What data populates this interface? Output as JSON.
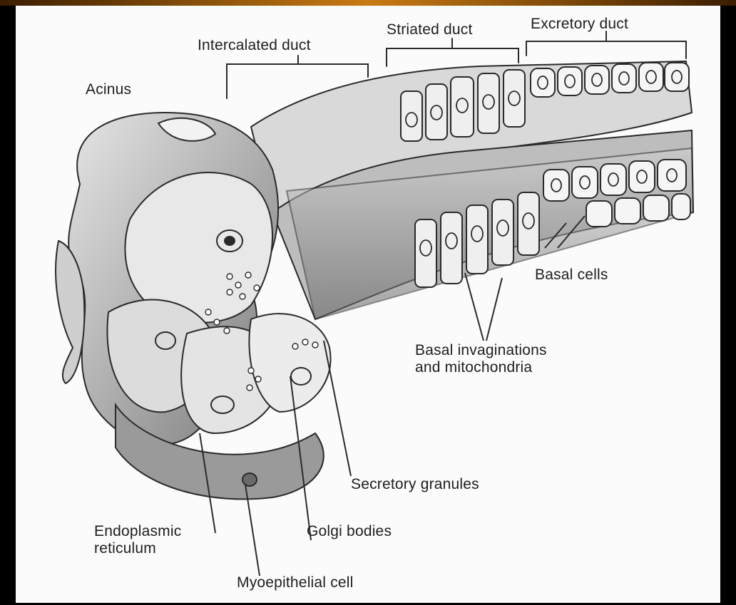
{
  "labels": {
    "intercalated_duct": "Intercalated duct",
    "striated_duct": "Striated duct",
    "excretory_duct": "Excretory duct",
    "acinus": "Acinus",
    "basal_cells": "Basal cells",
    "basal_invaginations": "Basal invaginations\nand mitochondria",
    "secretory_granules": "Secretory granules",
    "endoplasmic_reticulum": "Endoplasmic\nreticulum",
    "golgi_bodies": "Golgi bodies",
    "myoepithelial_cell": "Myoepithelial cell"
  },
  "colors": {
    "background": "#000000",
    "paper": "#fbfbfb",
    "ink": "#1e1e1e",
    "accent_bar": "#c97a14"
  }
}
